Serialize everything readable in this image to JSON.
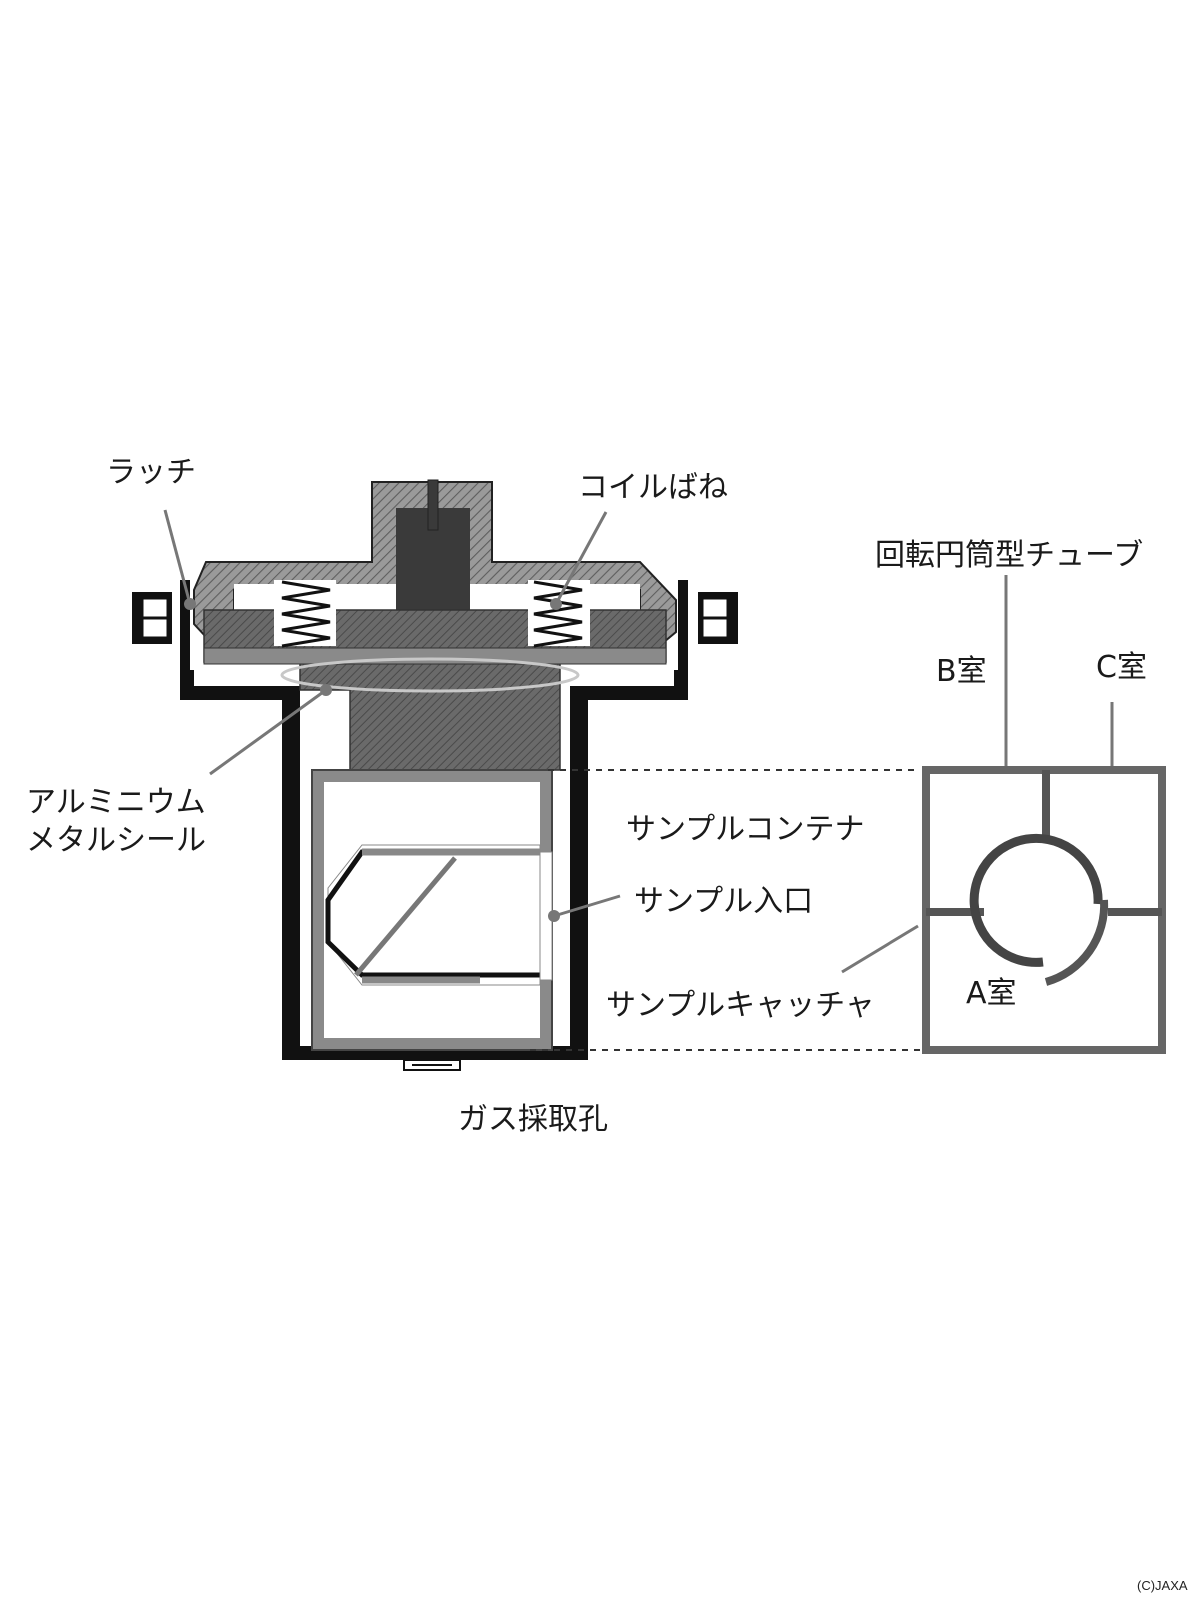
{
  "labels": {
    "latch": "ラッチ",
    "coil_spring": "コイルばね",
    "rotary_tube": "回転円筒型チューブ",
    "room_b": "B室",
    "room_c": "C室",
    "aluminium_seal": "アルミニウム\nメタルシール",
    "sample_container": "サンプルコンテナ",
    "sample_inlet": "サンプル入口",
    "sample_catcher": "サンプルキャッチャ",
    "room_a": "A室",
    "gas_port": "ガス採取孔"
  },
  "credit": "(C)JAXA"
}
